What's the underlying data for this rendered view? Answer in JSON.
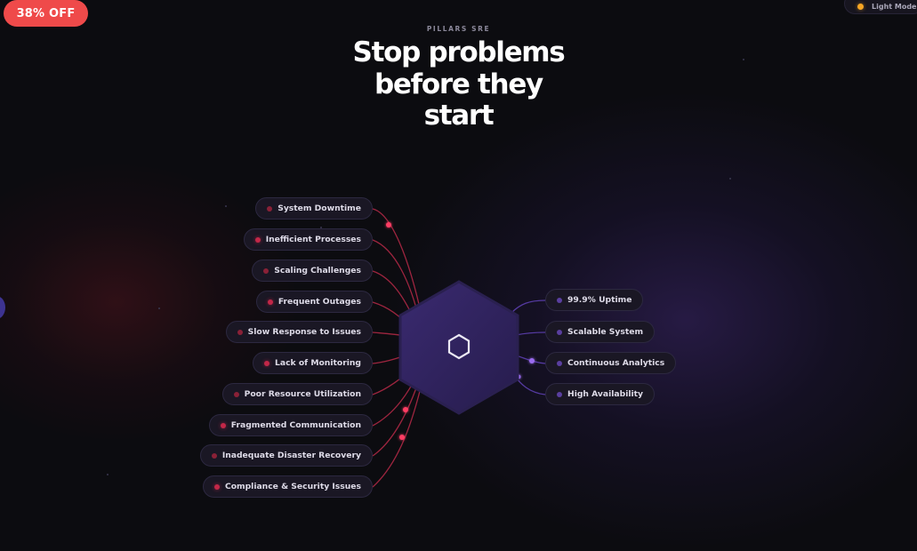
{
  "promo_badge": {
    "label": "38% OFF",
    "color": "#ef4a4a"
  },
  "theme_toggle": {
    "label": "Light Mode",
    "icon": "sun-icon"
  },
  "header": {
    "eyebrow": "PILLARS SRE",
    "title_lines": [
      "Stop problems",
      "before they",
      "start"
    ]
  },
  "diagram": {
    "center_icon": "hexagon-outline-icon",
    "problems": [
      {
        "label": "System Downtime"
      },
      {
        "label": "Inefficient Processes"
      },
      {
        "label": "Scaling Challenges"
      },
      {
        "label": "Frequent Outages"
      },
      {
        "label": "Slow Response to Issues"
      },
      {
        "label": "Lack of Monitoring"
      },
      {
        "label": "Poor Resource Utilization"
      },
      {
        "label": "Fragmented Communication"
      },
      {
        "label": "Inadequate Disaster Recovery"
      },
      {
        "label": "Compliance & Security Issues"
      }
    ],
    "outcomes": [
      {
        "label": "99.9% Uptime"
      },
      {
        "label": "Scalable System"
      },
      {
        "label": "Continuous Analytics"
      },
      {
        "label": "High Availability"
      }
    ],
    "colors": {
      "problem_line": "#c8304f",
      "problem_dot": "#ff3d64",
      "outcome_line": "#6b4bc4",
      "outcome_dot": "#9b6cf0",
      "hex_fill": "#2e2258",
      "hex_border": "#3a2b6e"
    }
  }
}
